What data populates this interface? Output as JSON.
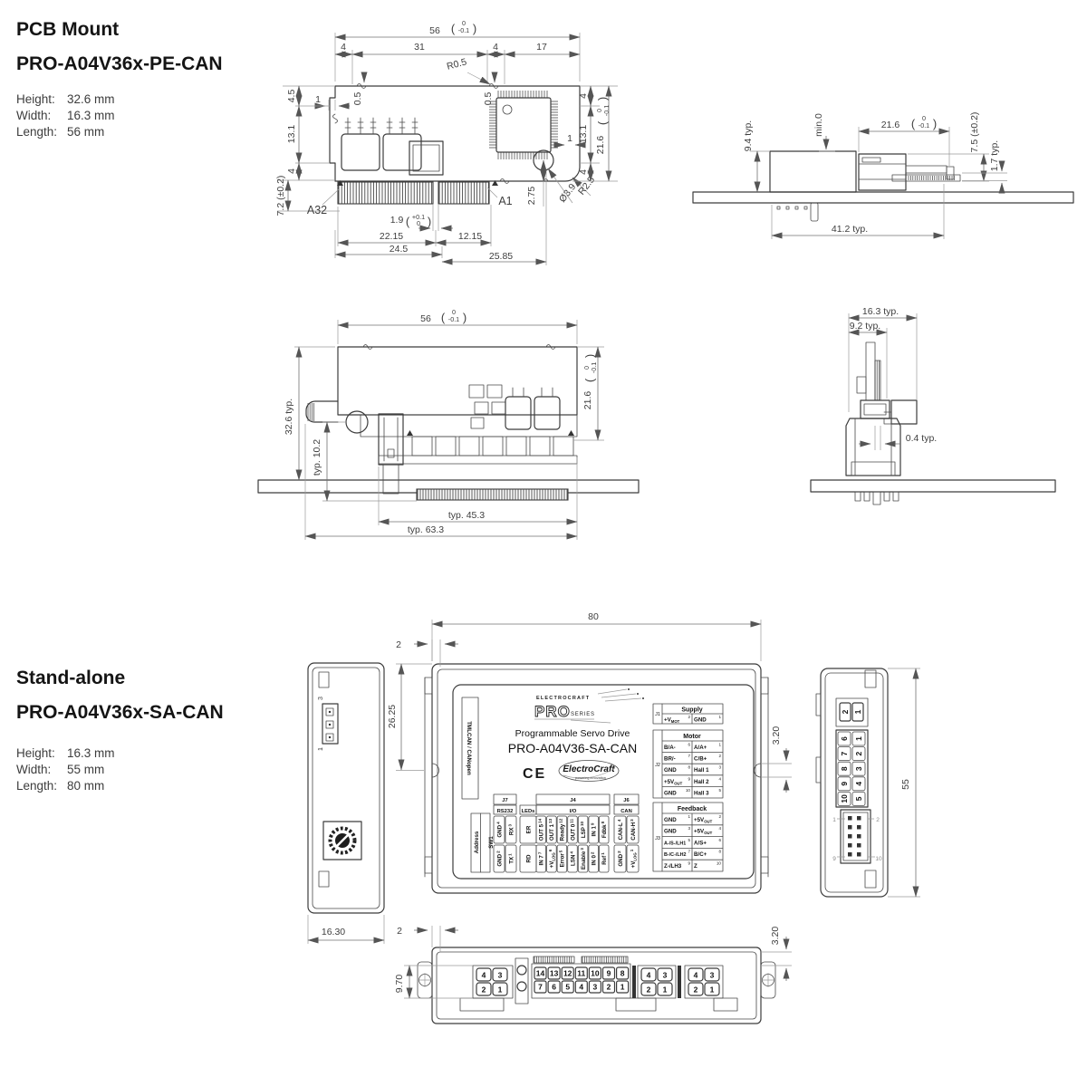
{
  "symbols": {
    "paren_l": "(",
    "paren_r": ")"
  },
  "pcb_mount": {
    "title": "PCB Mount",
    "model": "PRO-A04V36x-PE-CAN",
    "specs": {
      "height_label": "Height:",
      "height_value": "32.6 mm",
      "width_label": "Width:",
      "width_value": "16.3 mm",
      "length_label": "Length:",
      "length_value": "56 mm"
    },
    "top_view": {
      "d56": "56",
      "d56_tol_top": "0",
      "d56_tol_bot": "-0.1",
      "d4a": "4",
      "d31": "31",
      "d4b": "4",
      "d17": "17",
      "r05": "R0.5",
      "d05a": "0.5",
      "d05b": "0.5",
      "d1_left": "1",
      "d45": "4.5",
      "d131_left": "13.1",
      "d4_left": "4",
      "d72": "7.2 (±0.2)",
      "a32": "A32",
      "a1": "A1",
      "d19": "1.9",
      "d19_tol_top": "+0.1",
      "d19_tol_bot": "0",
      "d2215": "22.15",
      "d1215": "12.15",
      "d245": "24.5",
      "d2585": "25.85",
      "d275": "2.75",
      "dia39": "Ø3.9",
      "r25": "R2.5",
      "d4_r1": "4",
      "d131_right": "13.1",
      "d4_r2": "4",
      "d1_right": "1",
      "d216": "21.6",
      "d216_tol_top": "0",
      "d216_tol_bot": "-0.1"
    },
    "side_view": {
      "d94": "9.4 typ.",
      "dmin0": "min.0",
      "d216": "21.6",
      "d216_tol_top": "0",
      "d216_tol_bot": "-0.1",
      "d75": "7.5 (±0.2)",
      "d17": "1.7 typ.",
      "d412": "41.2 typ."
    },
    "front_view": {
      "d56": "56",
      "d56_tol_top": "0",
      "d56_tol_bot": "-0.1",
      "d326": "32.6 typ.",
      "d102": "typ. 10.2",
      "d216": "21.6",
      "d216_tol_top": "0",
      "d216_tol_bot": "-0.1",
      "d453": "typ. 45.3",
      "d633": "typ. 63.3"
    },
    "end_view": {
      "d163": "16.3 typ.",
      "d92": "9.2 typ.",
      "d04": "0.4 typ."
    }
  },
  "standalone": {
    "title": "Stand-alone",
    "model": "PRO-A04V36x-SA-CAN",
    "specs": {
      "height_label": "Height:",
      "height_value": "16.3 mm",
      "width_label": "Width:",
      "width_value": "55 mm",
      "length_label": "Length:",
      "length_value": "80 mm"
    },
    "left_view": {
      "pin_top": "3",
      "pin_bottom": "1",
      "d1630": "16.30"
    },
    "top_view": {
      "d80": "80",
      "d2": "2",
      "d2625": "26.25",
      "d320": "3.20",
      "strip_label": "TMLCAN / CANopen",
      "logo_brand": "ELECTROCRAFT",
      "logo_pro": "PRO",
      "logo_series": "SERIES",
      "subtitle": "Programmable Servo Drive",
      "model_label": "PRO-A04V36-SA-CAN",
      "ce_mark": "CE",
      "ec_name": "ElectroCraft",
      "ec_tagline": "powering innovation",
      "address_label": "Address",
      "sw1_label": "SW1",
      "j1": {
        "ref": "J1",
        "title": "Supply",
        "left": {
          "t": "+V",
          "s": "MOT",
          "pin": "2"
        },
        "right": {
          "t": "GND",
          "pin": "1"
        }
      },
      "j2": {
        "ref": "J2",
        "title": "Motor",
        "rows": [
          {
            "l": {
              "t": "B/A-",
              "pin": "6"
            },
            "r": {
              "t": "A/A+",
              "pin": "1"
            }
          },
          {
            "l": {
              "t": "BR/-",
              "pin": "7"
            },
            "r": {
              "t": "C/B+",
              "pin": "2"
            }
          },
          {
            "l": {
              "t": "GND",
              "pin": "8"
            },
            "r": {
              "t": "Hall 1",
              "pin": "3"
            }
          },
          {
            "l": {
              "t": "+5V",
              "s": "OUT",
              "pin": "9"
            },
            "r": {
              "t": "Hall 2",
              "pin": "4"
            }
          },
          {
            "l": {
              "t": "GND",
              "pin": "10"
            },
            "r": {
              "t": "Hall 3",
              "pin": "5"
            }
          }
        ]
      },
      "j3": {
        "ref": "J3",
        "title": "Feedback",
        "rows": [
          {
            "l": {
              "t": "GND",
              "pin": "1"
            },
            "r": {
              "t": "+5V",
              "s": "OUT",
              "pin": "2"
            }
          },
          {
            "l": {
              "t": "GND",
              "pin": "3"
            },
            "r": {
              "t": "+5V",
              "s": "OUT",
              "pin": "4"
            }
          },
          {
            "l": {
              "t": "A-/S-/LH1",
              "pin": "5"
            },
            "r": {
              "t": "A/S+",
              "pin": "6"
            }
          },
          {
            "l": {
              "t": "B-/C-/LH2",
              "pin": "7"
            },
            "r": {
              "t": "B/C+",
              "pin": "8"
            }
          },
          {
            "l": {
              "t": "Z-/LH3",
              "pin": "9"
            },
            "r": {
              "t": "Z",
              "pin": "10"
            }
          }
        ]
      },
      "j7": {
        "ref": "J7",
        "title": "RS232",
        "cells": [
          {
            "t": "GND",
            "pin": "4"
          },
          {
            "t": "RX",
            "pin": "3"
          },
          {
            "t": "GND",
            "pin": "2"
          },
          {
            "t": "TX",
            "pin": "1"
          }
        ]
      },
      "leds": {
        "title": "LEDs",
        "top": "ER",
        "bottom": "RD"
      },
      "j4": {
        "ref": "J4",
        "title": "I/O",
        "top": [
          {
            "t": "OUT 5",
            "pin": "14"
          },
          {
            "t": "OUT 1",
            "pin": "13"
          },
          {
            "t": "Ready",
            "pin": "12"
          },
          {
            "t": "OUT 0",
            "pin": "11"
          },
          {
            "t": "LSP",
            "pin": "10"
          },
          {
            "t": "IN 1",
            "pin": "9"
          },
          {
            "t": "Fdbk",
            "pin": "8"
          }
        ],
        "bottom": [
          {
            "t": "IN 7",
            "pin": "7"
          },
          {
            "t": "+V",
            "s": "LOG",
            "pin": "6"
          },
          {
            "t": "Error",
            "pin": "5"
          },
          {
            "t": "LSN",
            "pin": "4"
          },
          {
            "t": "Enable",
            "pin": "3"
          },
          {
            "t": "IN 0",
            "pin": "2"
          },
          {
            "t": "Ref",
            "pin": "1"
          }
        ]
      },
      "j6": {
        "ref": "J6",
        "title": "CAN",
        "cells": [
          {
            "t": "CAN-L",
            "pin": "4"
          },
          {
            "t": "CAN-H",
            "pin": "3"
          },
          {
            "t": "GND",
            "pin": "2"
          },
          {
            "t": "+V",
            "s": "LOG",
            "pin": "1"
          }
        ]
      }
    },
    "right_view": {
      "d55": "55",
      "j1_pins": [
        "2",
        "1"
      ],
      "j2_left": [
        "6",
        "7",
        "8",
        "9",
        "10"
      ],
      "j2_right": [
        "1",
        "2",
        "3",
        "4",
        "5"
      ],
      "j3_corners": [
        "1",
        "2",
        "9",
        "10"
      ]
    },
    "bottom_view": {
      "d2": "2",
      "d970": "9.70",
      "d320": "3.20",
      "conn1": [
        [
          "4",
          "3"
        ],
        [
          "2",
          "1"
        ]
      ],
      "conn2_top": [
        "14",
        "13",
        "12",
        "11",
        "10",
        "9",
        "8"
      ],
      "conn2_bottom": [
        "7",
        "6",
        "5",
        "4",
        "3",
        "2",
        "1"
      ],
      "conn3": [
        [
          "4",
          "3"
        ],
        [
          "2",
          "1"
        ]
      ],
      "conn4": [
        [
          "4",
          "3"
        ],
        [
          "2",
          "1"
        ]
      ]
    }
  }
}
